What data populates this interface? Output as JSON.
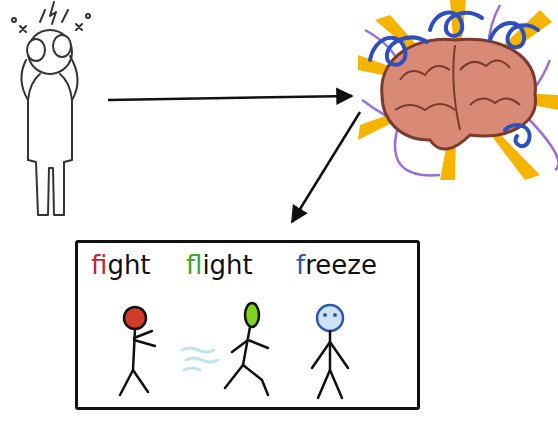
{
  "diagram": {
    "nodes": [
      {
        "text": [
          "fight",
          "flight",
          "freeze"
        ]
      }
    ]
  }
}
